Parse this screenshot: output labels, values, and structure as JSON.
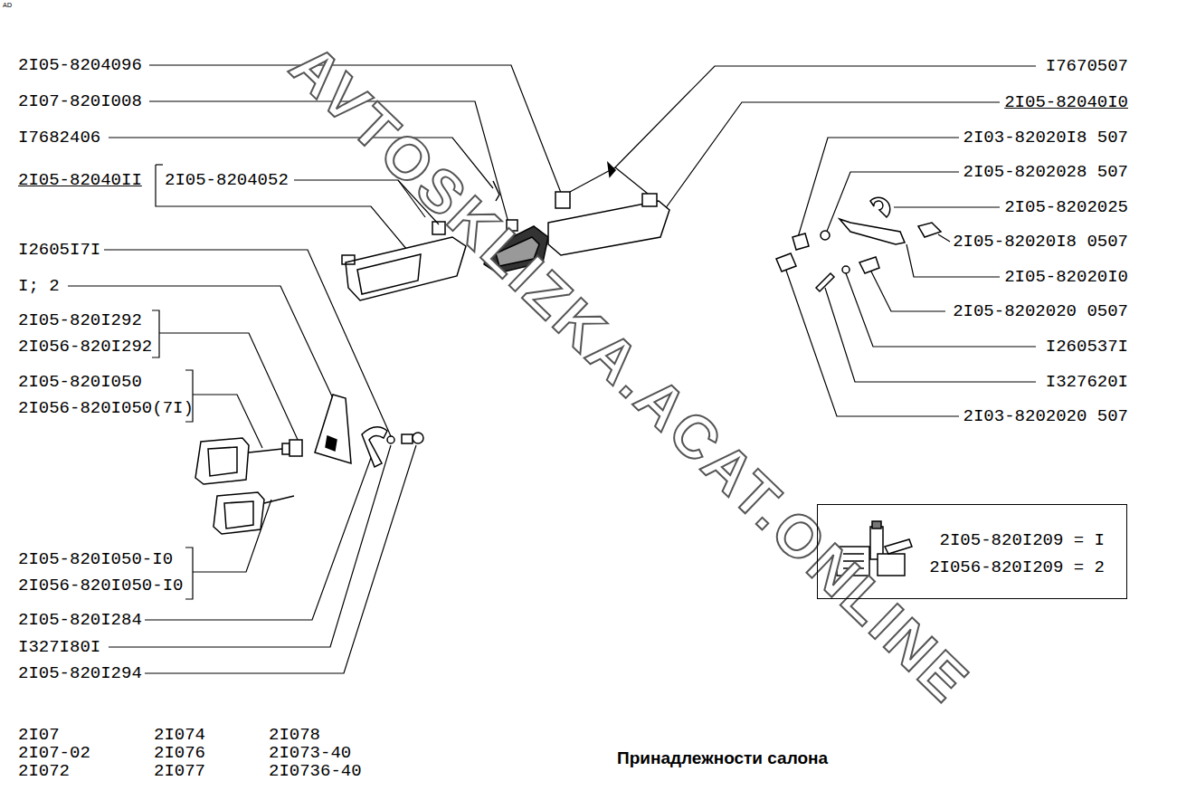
{
  "diagram": {
    "title": "Принадлежности салона",
    "nodes": [
      {
        "text": [
          "2I05-820I209 = I",
          "2I056-820I209 = 2"
        ]
      }
    ],
    "labels": [
      "AD",
      "2I05-8204096",
      "2I07-820I008",
      "I7682406",
      "2I05-82040II",
      "2I05-8204052",
      "I2605I7I",
      "I; 2",
      "2I05-820I292",
      "2I056-820I292",
      "2I05-820I050",
      "2I056-820I050(7I)",
      "2I05-820I050-I0",
      "2I056-820I050-I0",
      "2I05-820I284",
      "I327I80I",
      "2I05-820I294",
      "I7670507",
      "2I05-82040I0",
      "2I03-82020I8 507",
      "2I05-8202028 507",
      "2I05-8202025",
      "2I05-82020I8 0507",
      "2I05-82020I0",
      "2I05-8202020 0507",
      "I260537I",
      "I327620I",
      "2I03-8202020 507",
      "2I07",
      "2I07-02",
      "2I072",
      "2I074",
      "2I076",
      "2I077",
      "2I078",
      "2I073-40",
      "2I0736-40",
      "AVTOSKLIZKA.ACAT.ONLINE"
    ]
  }
}
